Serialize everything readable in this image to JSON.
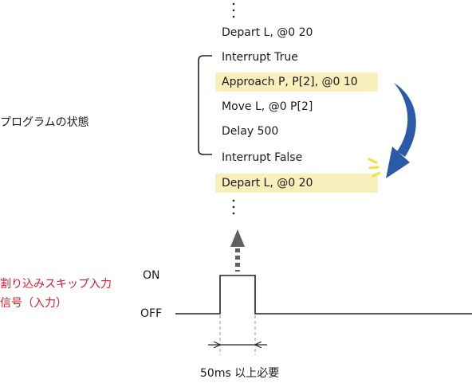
{
  "left_labels": {
    "program_state": "プログラムの状態",
    "interrupt_skip_signal_line1": "割り込みスキップ入力",
    "interrupt_skip_signal_line2": "信号（入力）"
  },
  "program_lines": [
    {
      "text": "Depart L, @0 20",
      "highlighted": false
    },
    {
      "text": "Interrupt True",
      "highlighted": false
    },
    {
      "text": "Approach P, P[2], @0 10",
      "highlighted": true
    },
    {
      "text": "Move L, @0 P[2]",
      "highlighted": false
    },
    {
      "text": "Delay 500",
      "highlighted": false
    },
    {
      "text": "Interrupt False",
      "highlighted": false
    },
    {
      "text": "Depart L, @0 20",
      "highlighted": true
    }
  ],
  "signal": {
    "on_label": "ON",
    "off_label": "OFF",
    "pulse_width_label": "50ms 以上必要"
  },
  "colors": {
    "highlight": "#f8efbd",
    "signal_label": "#d7192f",
    "jump_arrow": "#2a5aa8",
    "flash_marks": "#f2e23a",
    "up_arrow": "#5f5f5f"
  }
}
